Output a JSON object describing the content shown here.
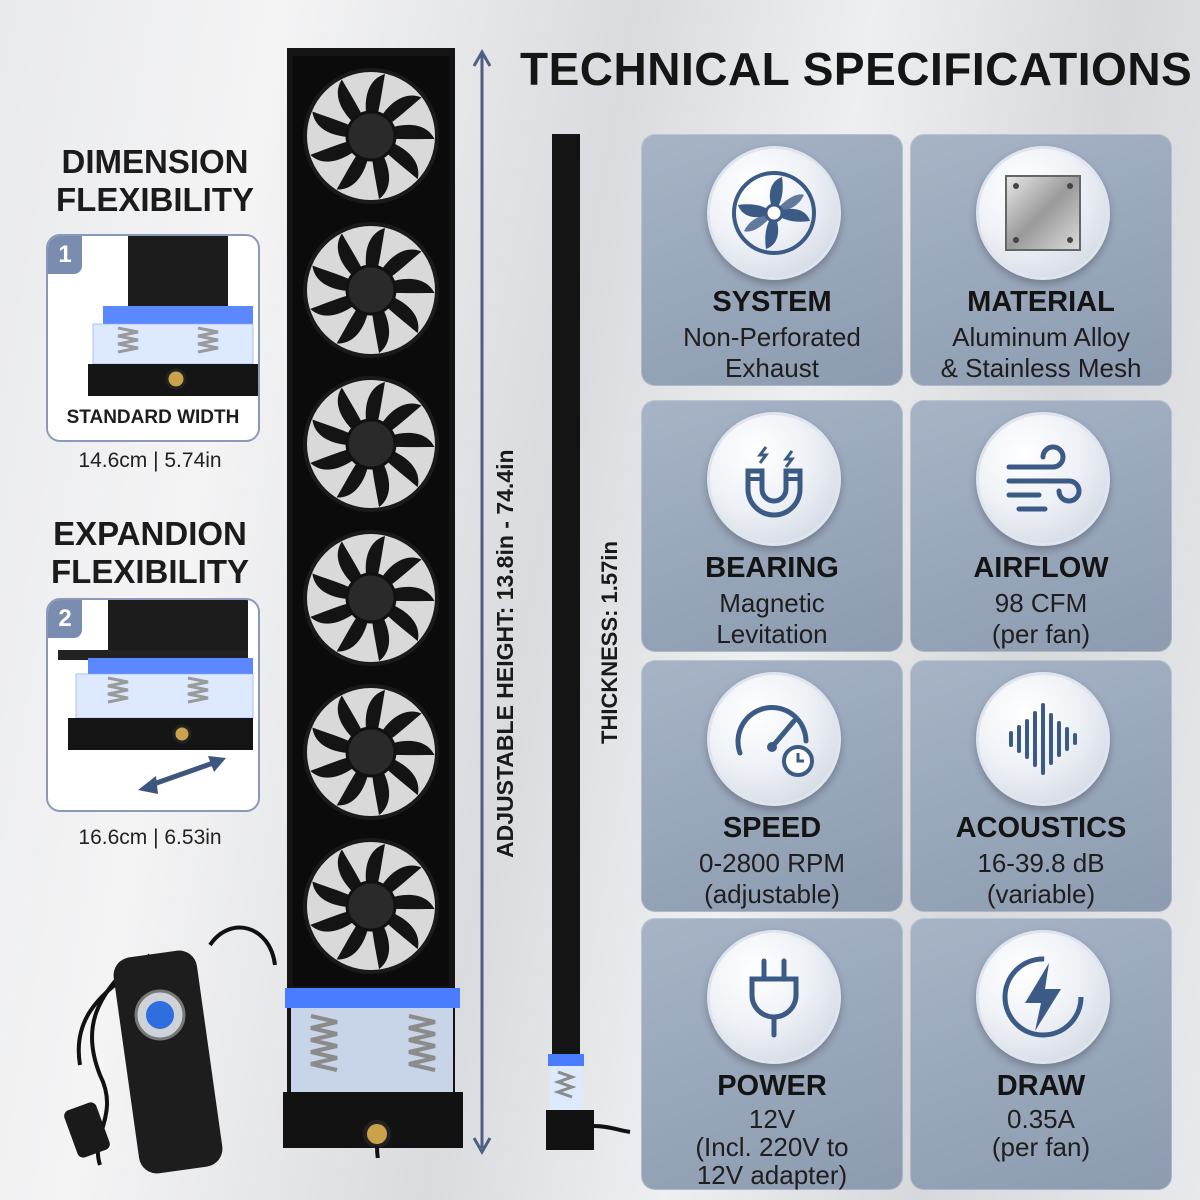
{
  "title": "TECHNICAL SPECIFICATIONS",
  "left": {
    "dimension_heading_1": "DIMENSION",
    "dimension_heading_2": "FLEXIBILITY",
    "box1": {
      "badge": "1",
      "label": "STANDARD WIDTH",
      "size": "14.6cm | 5.74in"
    },
    "expansion_heading_1": "EXPANDION",
    "expansion_heading_2": "FLEXIBILITY",
    "box2": {
      "badge": "2",
      "size": "16.6cm | 6.53in"
    }
  },
  "height_label": "ADJUSTABLE HEIGHT: 13.8in - 74.4in",
  "thickness_label": "THICKNESS: 1.57in",
  "fan_count": 6,
  "specs": [
    {
      "icon": "fan-icon",
      "title": "SYSTEM",
      "lines": [
        "Non-Perforated",
        "Exhaust"
      ]
    },
    {
      "icon": "metal-plate-icon",
      "title": "MATERIAL",
      "lines": [
        "Aluminum Alloy",
        "& Stainless Mesh"
      ]
    },
    {
      "icon": "magnet-icon",
      "title": "BEARING",
      "lines": [
        "Magnetic",
        "Levitation"
      ]
    },
    {
      "icon": "wind-icon",
      "title": "AIRFLOW",
      "lines": [
        "98 CFM",
        "(per fan)"
      ]
    },
    {
      "icon": "speedometer-icon",
      "title": "SPEED",
      "lines": [
        "0-2800 RPM",
        "(adjustable)"
      ]
    },
    {
      "icon": "sound-wave-icon",
      "title": "ACOUSTICS",
      "lines": [
        "16-39.8 dB",
        "(variable)"
      ]
    },
    {
      "icon": "power-plug-icon",
      "title": "POWER",
      "lines": [
        "12V",
        "(Incl. 220V to",
        "12V adapter)"
      ]
    },
    {
      "icon": "lightning-icon",
      "title": "DRAW",
      "lines": [
        "0.35A",
        "(per fan)"
      ]
    }
  ],
  "colors": {
    "accent": "#7a8db0",
    "card": "#9aa8bc",
    "led": "#3a6cf0",
    "icon_blue": "#3c5a86"
  }
}
